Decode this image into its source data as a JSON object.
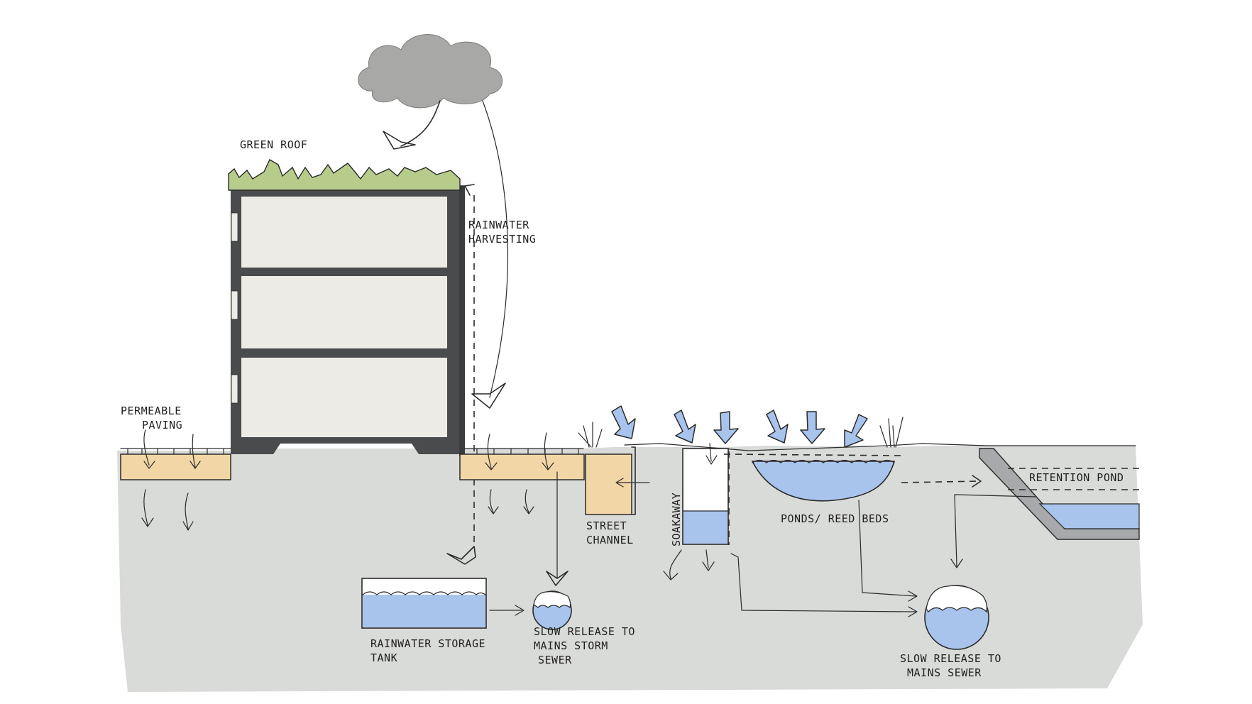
{
  "labels": {
    "green_roof": "GREEN ROOF",
    "rainwater_harvesting_1": "RAINWATER",
    "rainwater_harvesting_2": "HARVESTING",
    "permeable_paving_1": "PERMEABLE",
    "permeable_paving_2": "PAVING",
    "street_channel_1": "STREET",
    "street_channel_2": "CHANNEL",
    "soakaway": "SOAKAWAY",
    "ponds_reed_beds": "PONDS/ REED BEDS",
    "retention_pond": "RETENTION POND",
    "rainwater_storage_tank_1": "RAINWATER STORAGE",
    "rainwater_storage_tank_2": "TANK",
    "slow_release_storm_1": "SLOW RELEASE TO",
    "slow_release_storm_2": "MAINS STORM",
    "slow_release_storm_3": "SEWER",
    "slow_release_sewer_1": "SLOW RELEASE TO",
    "slow_release_sewer_2": "MAINS SEWER"
  },
  "colors": {
    "ground": "#d9dbd8",
    "cloud": "#a8a8a6",
    "building_frame": "#4a4b4d",
    "building_floor": "#ecebe6",
    "green_roof": "#b7cc8a",
    "water": "#a9c4ec",
    "sand": "#f3d6a6"
  }
}
